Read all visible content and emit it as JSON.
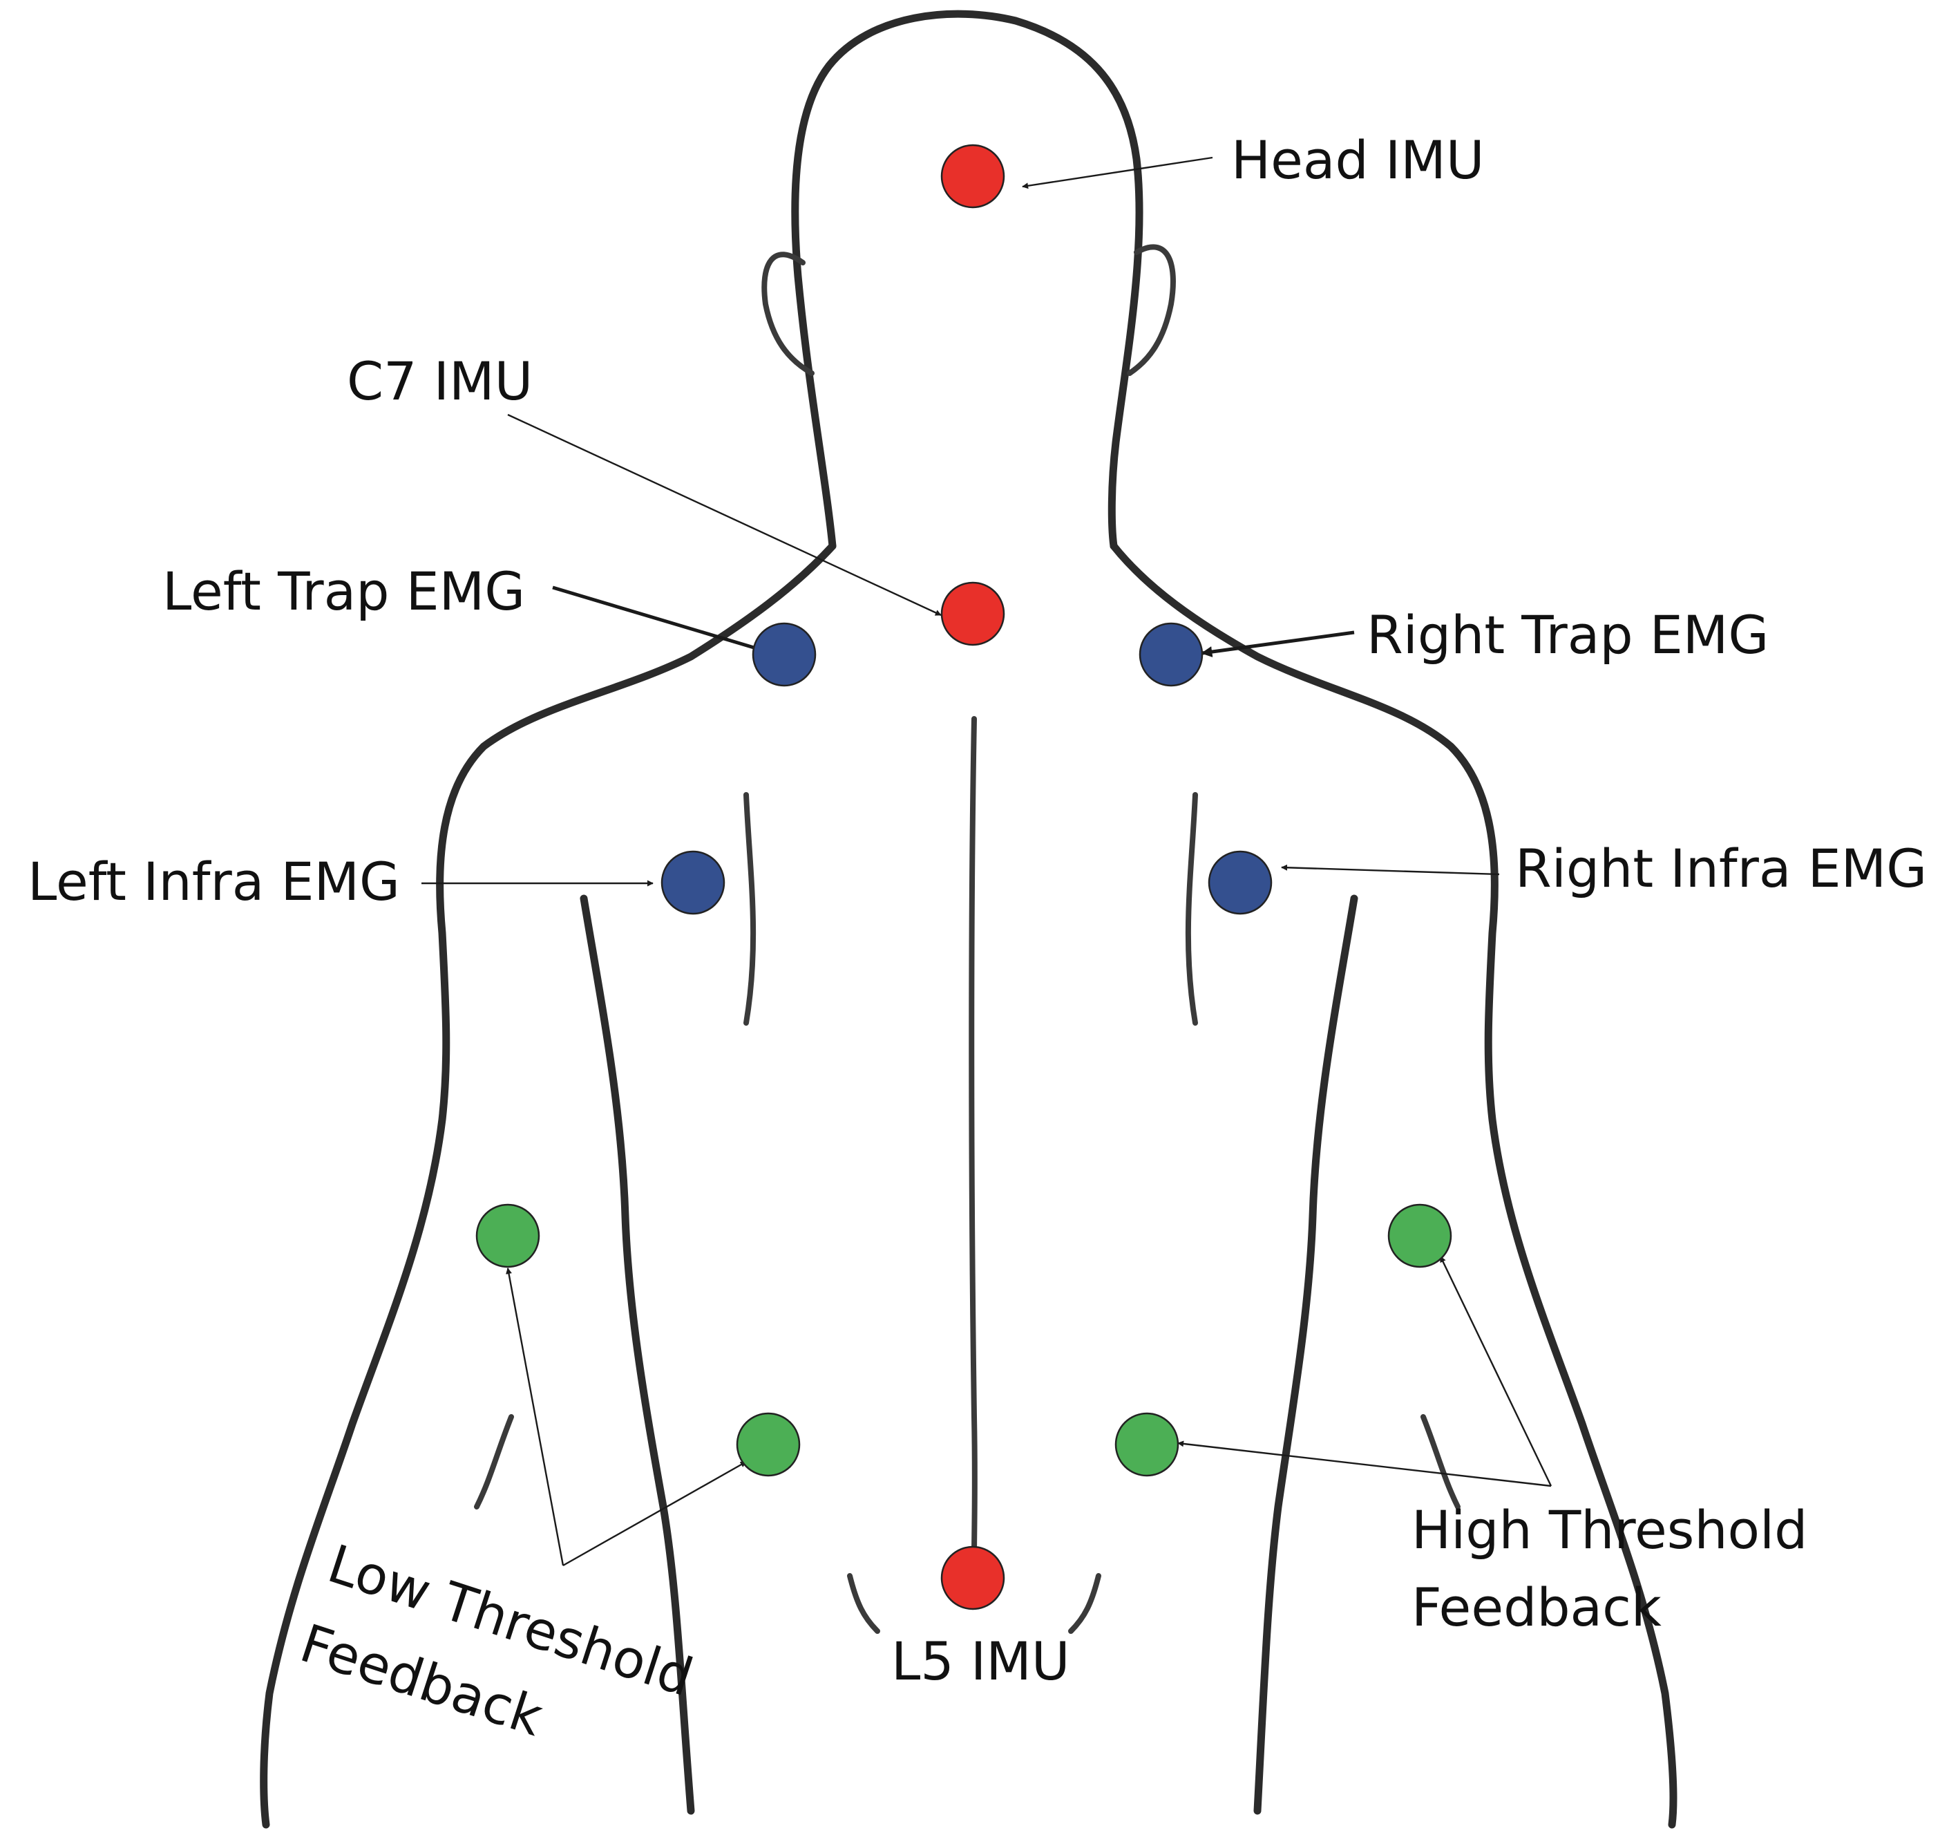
{
  "labels": {
    "head_imu": "Head IMU",
    "c7_imu": "C7 IMU",
    "left_trap_emg": "Left Trap EMG",
    "right_trap_emg": "Right Trap EMG",
    "left_infra_emg": "Left Infra EMG",
    "right_infra_emg": "Right Infra EMG",
    "high_threshold_line1": "High Threshold",
    "high_threshold_line2": "Feedback",
    "low_threshold_line1": "Low Threshold",
    "low_threshold_line2": "Feedback",
    "l5_imu": "L5 IMU"
  },
  "colors": {
    "imu_marker": "#e8302a",
    "emg_marker": "#34508f",
    "feedback_marker": "#4caf55",
    "outline": "#2b2b2b",
    "text": "#111111"
  },
  "markers": [
    {
      "id": "head-imu",
      "type": "imu"
    },
    {
      "id": "c7-imu",
      "type": "imu"
    },
    {
      "id": "l5-imu",
      "type": "imu"
    },
    {
      "id": "left-trap-emg",
      "type": "emg"
    },
    {
      "id": "right-trap-emg",
      "type": "emg"
    },
    {
      "id": "left-infra-emg",
      "type": "emg"
    },
    {
      "id": "right-infra-emg",
      "type": "emg"
    },
    {
      "id": "low-threshold-upper",
      "type": "feedback"
    },
    {
      "id": "low-threshold-lower",
      "type": "feedback"
    },
    {
      "id": "high-threshold-upper",
      "type": "feedback"
    },
    {
      "id": "high-threshold-lower",
      "type": "feedback"
    }
  ]
}
